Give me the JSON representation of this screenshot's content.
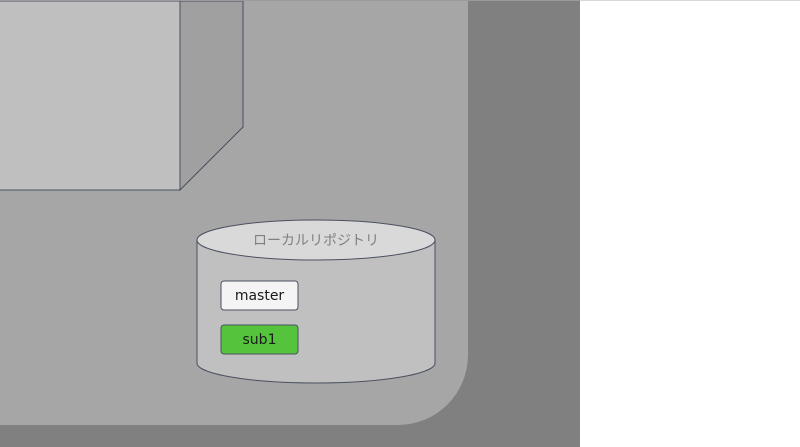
{
  "repository": {
    "label": "ローカルリポジトリ",
    "branches": [
      {
        "id": "master",
        "label": "master",
        "active": false
      },
      {
        "id": "sub1",
        "label": "sub1",
        "active": true
      }
    ]
  },
  "colors": {
    "stage": "#808080",
    "workspace": "#a6a6a6",
    "box_front": "#bfbfbf",
    "box_side": "#a0a0a0",
    "outline": "#4a5060",
    "cylinder_body": "#c0c0c0",
    "cylinder_top": "#d9d9d9",
    "branch_default": "#f4f4f4",
    "branch_active": "#55c43c"
  }
}
